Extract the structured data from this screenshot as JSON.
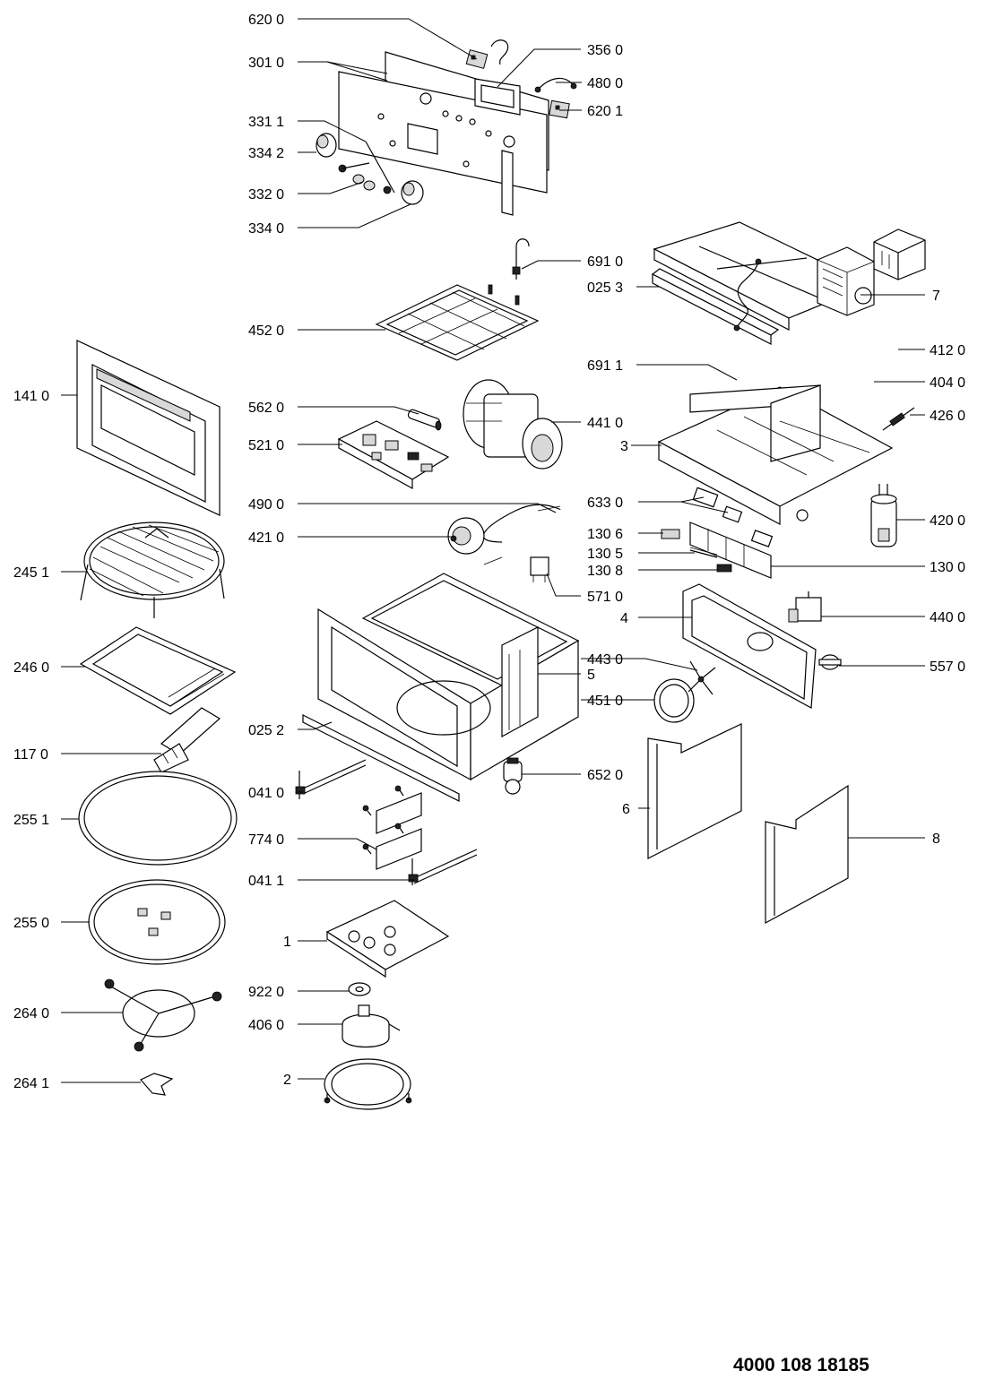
{
  "document_number": "4000 108 18185",
  "callouts": {
    "c620_0": "620 0",
    "c356_0": "356 0",
    "c301_0": "301 0",
    "c480_0": "480 0",
    "c620_1": "620 1",
    "c331_1": "331 1",
    "c334_2": "334 2",
    "c332_0": "332 0",
    "c334_0": "334 0",
    "c691_0": "691 0",
    "c025_3": "025 3",
    "c7": "7",
    "c452_0": "452 0",
    "c412_0": "412 0",
    "c691_1": "691 1",
    "c404_0": "404 0",
    "c141_0": "141 0",
    "c562_0": "562 0",
    "c426_0": "426 0",
    "c441_0": "441 0",
    "c521_0": "521 0",
    "c3": "3",
    "c490_0": "490 0",
    "c633_0": "633 0",
    "c421_0": "421 0",
    "c130_6": "130 6",
    "c420_0": "420 0",
    "c130_5": "130 5",
    "c245_1": "245 1",
    "c130_8": "130 8",
    "c130_0": "130 0",
    "c571_0": "571 0",
    "c4": "4",
    "c440_0": "440 0",
    "c246_0": "246 0",
    "c443_0": "443 0",
    "c557_0": "557 0",
    "c5": "5",
    "c451_0": "451 0",
    "c025_2": "025 2",
    "c117_0": "117 0",
    "c652_0": "652 0",
    "c041_0": "041 0",
    "c6": "6",
    "c255_1": "255 1",
    "c8": "8",
    "c774_0": "774 0",
    "c041_1": "041 1",
    "c255_0": "255 0",
    "c1": "1",
    "c922_0": "922 0",
    "c264_0": "264 0",
    "c406_0": "406 0",
    "c2": "2",
    "c264_1": "264 1"
  }
}
